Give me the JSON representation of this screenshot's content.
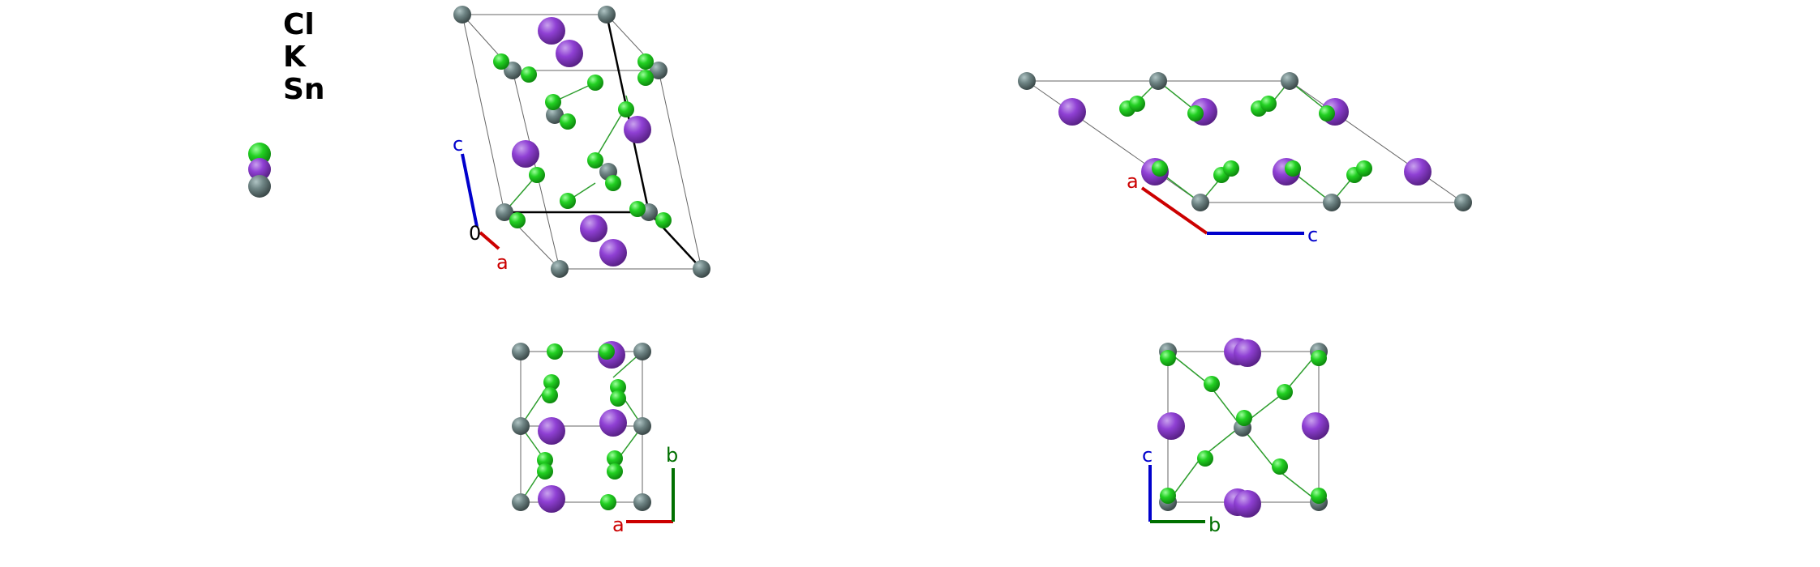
{
  "legend": {
    "elements": [
      {
        "symbol": "Cl",
        "color": "#1FD01F"
      },
      {
        "symbol": "K",
        "color": "#8F40D4"
      },
      {
        "symbol": "Sn",
        "color": "#668080"
      }
    ]
  },
  "colors": {
    "cl": "#1FD01F",
    "k": "#8F40D4",
    "sn": "#668080",
    "cell_line": "#555555",
    "bond": "#2E9E2E",
    "axis_a": "#CC0000",
    "axis_b": "#007000",
    "axis_c": "#0000CC",
    "axis_origin": "#000000"
  },
  "views": {
    "perspective": {
      "axis_labels": {
        "c": "c",
        "a": "a",
        "origin": "0"
      }
    },
    "along_b": {
      "axis_labels": {
        "a": "a",
        "c": "c"
      }
    },
    "along_c": {
      "axis_labels": {
        "a": "a",
        "b": "b"
      }
    },
    "along_a": {
      "axis_labels": {
        "c": "c",
        "b": "b"
      }
    }
  }
}
